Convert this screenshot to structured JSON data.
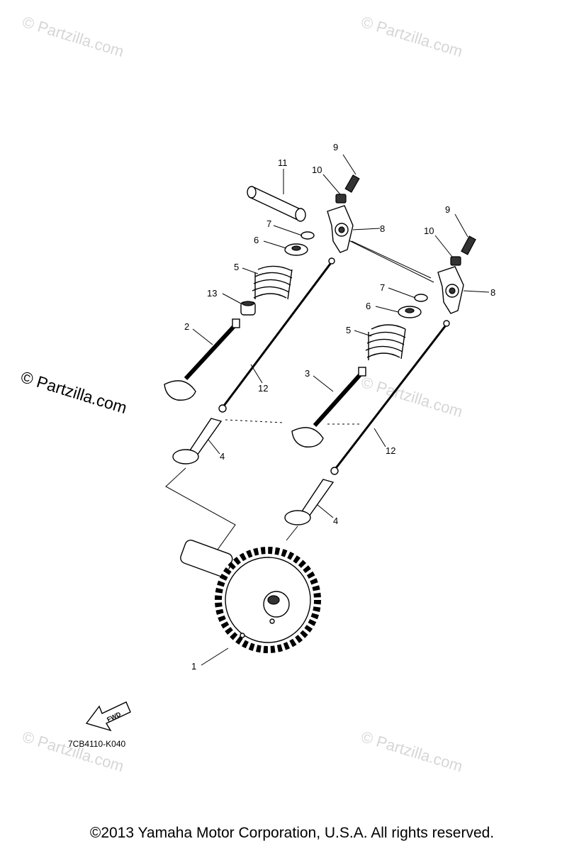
{
  "watermark": {
    "text": "© Partzilla.com"
  },
  "watermarks_faded": [
    "© Partzilla.com",
    "© Partzilla.com",
    "© Partzilla.com",
    "© Partzilla.com",
    "© Partzilla.com"
  ],
  "fwd_label": "FWD",
  "diagram_code": "7CB4110-K040",
  "copyright": "©2013  Yamaha Motor Corporation, U.S.A. All rights reserved.",
  "callouts": {
    "c1": "1",
    "c2": "2",
    "c3": "3",
    "c4a": "4",
    "c4b": "4",
    "c5a": "5",
    "c5b": "5",
    "c6a": "6",
    "c6b": "6",
    "c7a": "7",
    "c7b": "7",
    "c8a": "8",
    "c8b": "8",
    "c9a": "9",
    "c9b": "9",
    "c10a": "10",
    "c10b": "10",
    "c11": "11",
    "c12a": "12",
    "c12b": "12",
    "c13": "13"
  }
}
